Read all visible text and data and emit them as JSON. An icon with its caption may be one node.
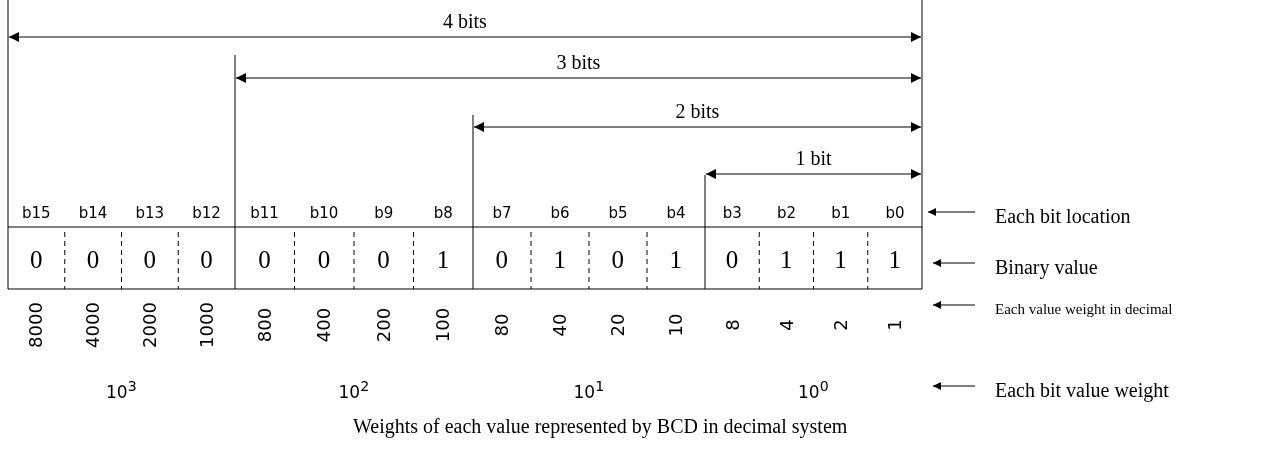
{
  "diagram": {
    "caption": "Weights of each value represented by BCD in decimal system",
    "nodes": [
      {
        "text": [
          "Each bit location"
        ]
      },
      {
        "text": [
          "Binary value"
        ]
      },
      {
        "text": [
          "Each value weight in decimal"
        ]
      },
      {
        "text": [
          "Each bit value weight"
        ]
      }
    ],
    "edges": [
      {
        "from": 0,
        "to": null,
        "arrow": "to"
      },
      {
        "from": 1,
        "to": null,
        "arrow": "to"
      },
      {
        "from": 2,
        "to": null,
        "arrow": "to"
      },
      {
        "from": 3,
        "to": null,
        "arrow": "to"
      }
    ],
    "labels": [
      "4 bits",
      "3 bits",
      "2 bits",
      "1 bit",
      "b15",
      "b14",
      "b13",
      "b12",
      "b11",
      "b10",
      "b9",
      "b8",
      "b7",
      "b6",
      "b5",
      "b4",
      "b3",
      "b2",
      "b1",
      "b0",
      "0",
      "0",
      "0",
      "0",
      "0",
      "0",
      "0",
      "1",
      "0",
      "1",
      "0",
      "1",
      "0",
      "1",
      "1",
      "1",
      "8000",
      "4000",
      "2000",
      "1000",
      "800",
      "400",
      "200",
      "100",
      "80",
      "40",
      "20",
      "10",
      "8",
      "4",
      "2",
      "1",
      "10$^{3}$",
      "10$^{2}$",
      "10$^{1}$",
      "10$^{0}$"
    ]
  }
}
